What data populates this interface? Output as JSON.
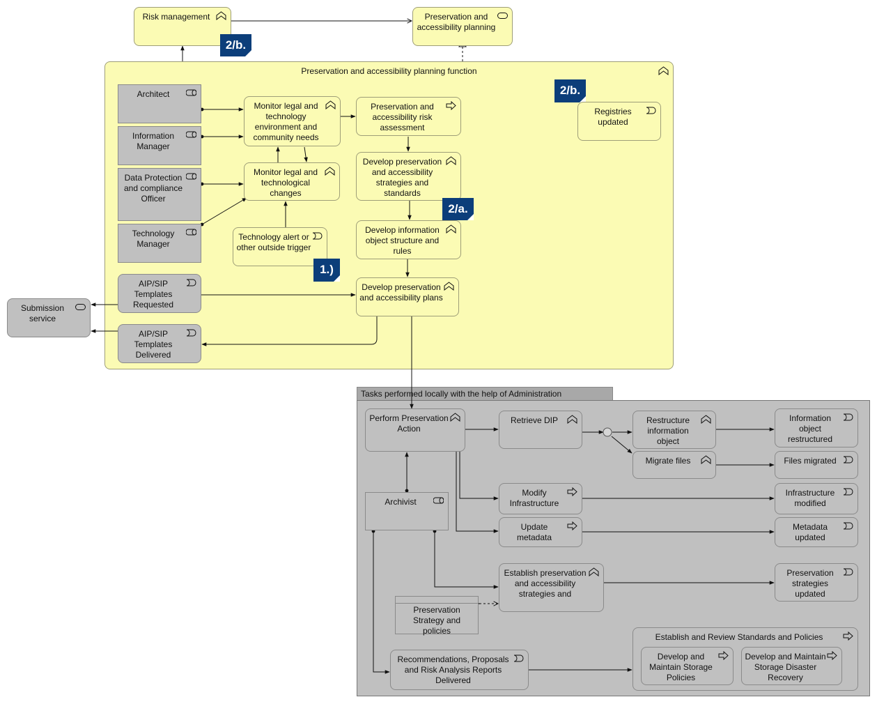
{
  "colors": {
    "yellow_fill": "#fbfbb4",
    "grey_fill": "#c0c0c0",
    "tag_fill": "#0c3e7a",
    "line": "#111111"
  },
  "nodes": {
    "risk_management": "Risk management",
    "pres_planning": "Preservation and accessibility planning",
    "planning_function": "Preservation and accessibility planning function",
    "architect": "Architect",
    "info_manager": "Information Manager",
    "dpo": "Data Protection and compliance Officer",
    "tech_manager": "Technology Manager",
    "monitor_legal_env": "Monitor legal and technology environment and community needs",
    "monitor_legal_changes": "Monitor legal and technological changes",
    "tech_alert": "Technology alert or other outside trigger",
    "risk_assessment": "Preservation and accessibility risk assessment",
    "develop_strategies": "Develop preservation and accessibility strategies and standards",
    "develop_info_object": "Develop information object structure and rules",
    "develop_plans": "Develop preservation and accessibility plans",
    "registries_updated": "Registries updated",
    "aip_requested": "AIP/SIP Templates Requested",
    "aip_delivered": "AIP/SIP Templates Delivered",
    "submission_service": "Submission service",
    "local_tasks": "Tasks performed locally with the help of Administration",
    "perform_preservation": "Perform Preservation Action",
    "retrieve_dip": "Retrieve DIP",
    "restructure": "Restructure information object",
    "migrate_files": "Migrate files",
    "info_restructured": "Information object restructured",
    "files_migrated": "Files migrated",
    "archivist": "Archivist",
    "modify_infra": "Modify Infrastructure",
    "infra_modified": "Infrastructure modified",
    "update_metadata": "Update metadata",
    "metadata_updated": "Metadata updated",
    "establish_strategies": "Establish preservation and accessibility strategies and",
    "strategies_updated": "Preservation strategies updated",
    "strategy_policies": "Preservation Strategy and policies",
    "recommendations": "Recommendations, Proposals and Risk Analysis Reports Delivered",
    "establish_standards": "Establish and Review Standards and Policies",
    "storage_policies": "Develop and Maintain Storage Policies",
    "disaster_recovery": "Develop and Maintain Storage Disaster Recovery"
  },
  "tags": {
    "tag_2b_top": "2/b.",
    "tag_2b_mid": "2/b.",
    "tag_2a": "2/a.",
    "tag_1": "1.)"
  },
  "icons": [
    "function-icon",
    "process-icon",
    "event-icon",
    "role-icon",
    "service-icon"
  ]
}
